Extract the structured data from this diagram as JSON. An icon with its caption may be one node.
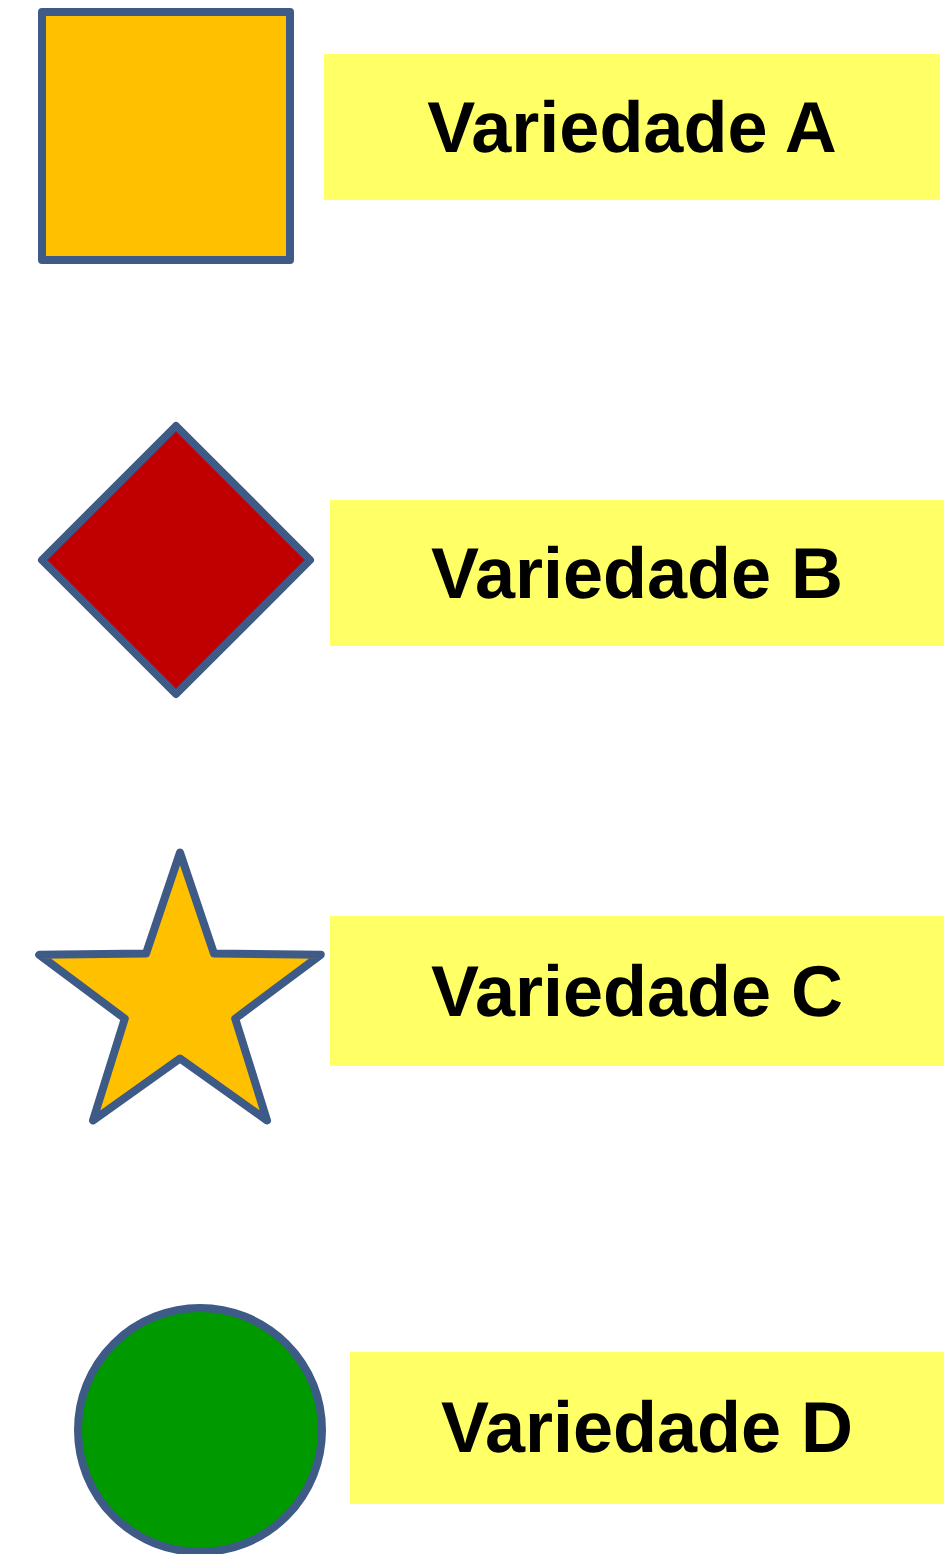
{
  "diagram": {
    "nodes": [
      {
        "text": [],
        "shape": "box"
      },
      {
        "text": [
          "Variedade A"
        ]
      },
      {
        "text": [],
        "shape": "diamond"
      },
      {
        "text": [
          "Variedade B"
        ]
      },
      {
        "text": [],
        "shape": "star"
      },
      {
        "text": [
          "Variedade C"
        ]
      },
      {
        "text": [],
        "shape": "circle"
      },
      {
        "text": [
          "Variedade D"
        ]
      }
    ]
  }
}
